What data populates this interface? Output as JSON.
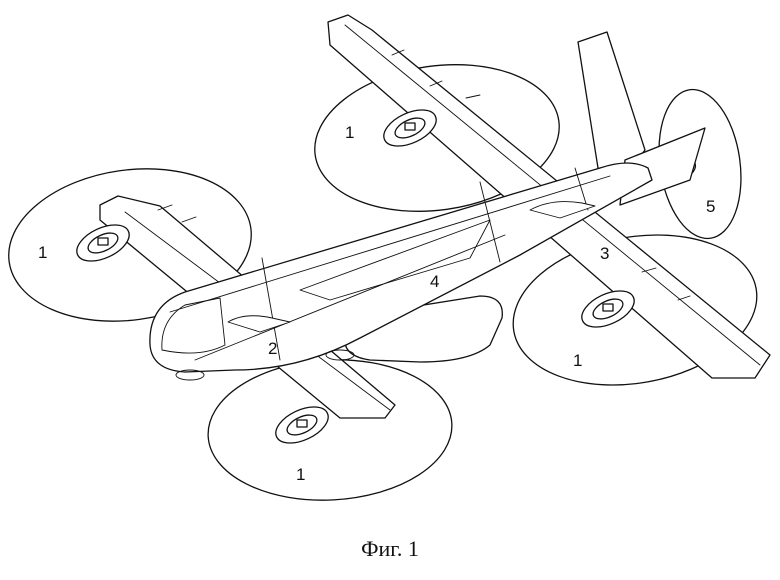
{
  "figure": {
    "caption": "Фиг. 1",
    "callouts": {
      "rotor_front_left": "1",
      "rotor_rear_left": "1",
      "rotor_front_right": "1",
      "rotor_rear_right": "1",
      "front_wing": "2",
      "rear_wing": "3",
      "fuselage": "4",
      "tail_rotor": "5"
    }
  }
}
